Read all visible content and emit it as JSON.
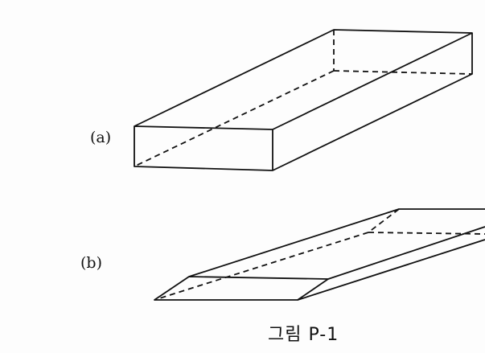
{
  "labels": {
    "a": "(a)",
    "b": "(b)"
  },
  "caption": "그림 P-1"
}
